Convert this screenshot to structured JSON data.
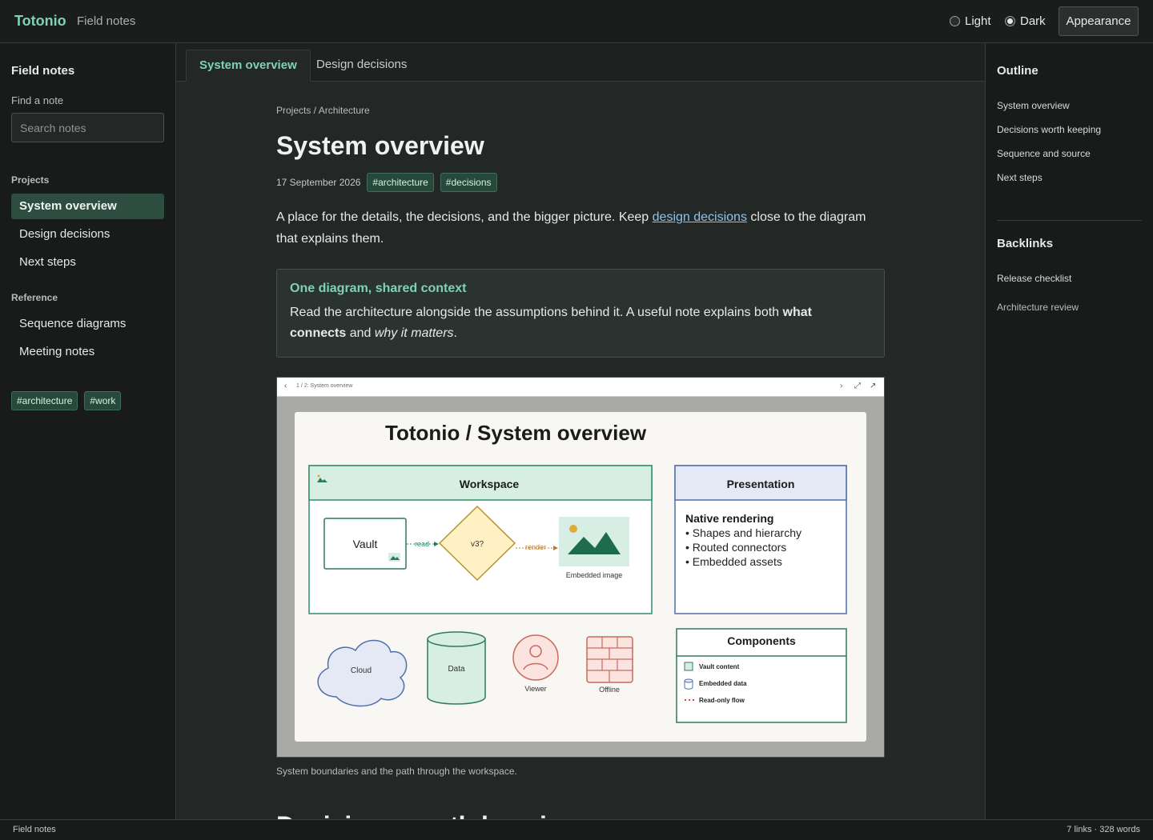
{
  "app": {
    "brand": "Totonio",
    "nav_label": "Field notes"
  },
  "theme": {
    "options": [
      "Light",
      "Dark"
    ],
    "selected": "Dark",
    "button_label": "Appearance"
  },
  "sidebar": {
    "title": "Field notes",
    "search_label": "Find a note",
    "search_placeholder": "Search notes",
    "sections": [
      {
        "title": "Projects",
        "items": [
          "System overview",
          "Design decisions",
          "Next steps"
        ]
      },
      {
        "title": "Reference",
        "items": [
          "Sequence diagrams",
          "Meeting notes"
        ]
      }
    ],
    "active_item": "System overview",
    "tags": [
      "#architecture",
      "#work"
    ]
  },
  "tabs": [
    {
      "label": "System overview",
      "active": true
    },
    {
      "label": "Design decisions",
      "active": false
    }
  ],
  "note": {
    "breadcrumb": "Projects / Architecture",
    "title": "System overview",
    "date": "17 September 2026",
    "tags": [
      "#architecture",
      "#decisions"
    ],
    "lead_before": "A place for the details, the decisions, and the bigger picture. Keep ",
    "lead_link": "design decisions",
    "lead_after": " close to the diagram that explains them.",
    "callout": {
      "title": "One diagram, shared context",
      "text_before": "Read the architecture alongside the assumptions behind it. A useful note explains both ",
      "text_bold": "what connects",
      "text_mid": " and ",
      "text_italic": "why it matters",
      "text_after": "."
    },
    "embed": {
      "toolbar_label": "1 / 2: System overview",
      "slide_title": "Totonio / System overview",
      "workspace_title": "Workspace",
      "vault_label": "Vault",
      "read_label": "read",
      "decision_label": "v3?",
      "render_label": "render",
      "image_label": "Embedded image",
      "presentation_title": "Presentation",
      "presentation_heading": "Native rendering",
      "presentation_items": [
        "• Shapes and hierarchy",
        "• Routed connectors",
        "• Embedded assets"
      ],
      "cloud_label": "Cloud",
      "data_label": "Data",
      "viewer_label": "Viewer",
      "offline_label": "Offline",
      "components_title": "Components",
      "components_items": [
        "Vault content",
        "Embedded data",
        "Read-only flow"
      ]
    },
    "caption": "System boundaries and the path through the workspace.",
    "next_heading": "Decisions worth keeping"
  },
  "outline": {
    "title": "Outline",
    "items": [
      "System overview",
      "Decisions worth keeping",
      "Sequence and source",
      "Next steps"
    ]
  },
  "backlinks": {
    "title": "Backlinks",
    "items": [
      "Release checklist",
      "Architecture review"
    ]
  },
  "status": {
    "left": "Field notes",
    "right": "7 links · 328 words"
  },
  "colors": {
    "accent": "#7fd2b4",
    "link": "#8fc2ec",
    "tag_bg": "#27493c",
    "active_item_bg": "#2c4d40"
  }
}
